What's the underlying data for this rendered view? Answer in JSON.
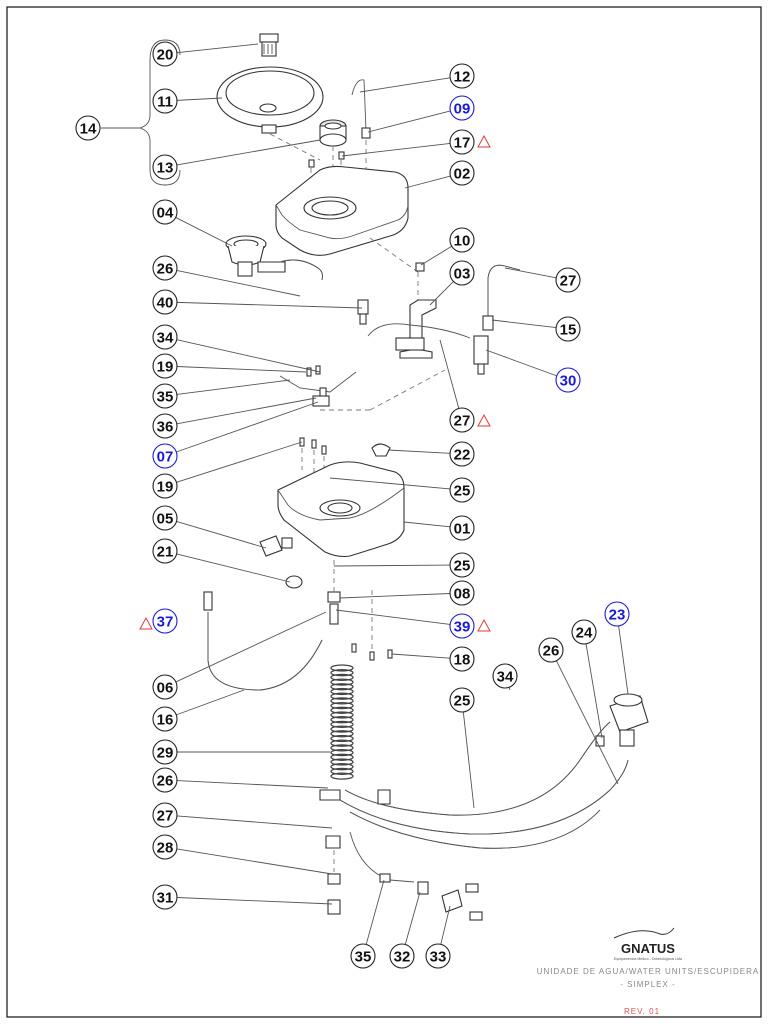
{
  "callouts": [
    {
      "id": "20",
      "color": "black"
    },
    {
      "id": "11",
      "color": "black"
    },
    {
      "id": "14",
      "color": "black"
    },
    {
      "id": "13",
      "color": "black"
    },
    {
      "id": "12",
      "color": "black"
    },
    {
      "id": "09",
      "color": "blue"
    },
    {
      "id": "17",
      "color": "black",
      "warning": true
    },
    {
      "id": "02",
      "color": "black"
    },
    {
      "id": "04",
      "color": "black"
    },
    {
      "id": "10",
      "color": "black"
    },
    {
      "id": "26",
      "color": "black"
    },
    {
      "id": "03",
      "color": "black"
    },
    {
      "id": "27",
      "color": "black"
    },
    {
      "id": "40",
      "color": "black"
    },
    {
      "id": "15",
      "color": "black"
    },
    {
      "id": "34",
      "color": "black"
    },
    {
      "id": "19",
      "color": "black"
    },
    {
      "id": "30",
      "color": "blue"
    },
    {
      "id": "35",
      "color": "black"
    },
    {
      "id": "36",
      "color": "black"
    },
    {
      "id": "27",
      "color": "black",
      "warning": true
    },
    {
      "id": "07",
      "color": "blue"
    },
    {
      "id": "22",
      "color": "black"
    },
    {
      "id": "19",
      "color": "black"
    },
    {
      "id": "25",
      "color": "black"
    },
    {
      "id": "05",
      "color": "black"
    },
    {
      "id": "01",
      "color": "black"
    },
    {
      "id": "21",
      "color": "black"
    },
    {
      "id": "25",
      "color": "black"
    },
    {
      "id": "08",
      "color": "black"
    },
    {
      "id": "37",
      "color": "blue",
      "warning": true
    },
    {
      "id": "39",
      "color": "blue",
      "warning": true
    },
    {
      "id": "23",
      "color": "blue"
    },
    {
      "id": "18",
      "color": "black"
    },
    {
      "id": "24",
      "color": "black"
    },
    {
      "id": "26",
      "color": "black"
    },
    {
      "id": "06",
      "color": "black"
    },
    {
      "id": "34",
      "color": "black"
    },
    {
      "id": "16",
      "color": "black"
    },
    {
      "id": "25",
      "color": "black"
    },
    {
      "id": "29",
      "color": "black"
    },
    {
      "id": "26",
      "color": "black"
    },
    {
      "id": "27",
      "color": "black"
    },
    {
      "id": "28",
      "color": "black"
    },
    {
      "id": "31",
      "color": "black"
    },
    {
      "id": "35",
      "color": "black"
    },
    {
      "id": "32",
      "color": "black"
    },
    {
      "id": "33",
      "color": "black"
    }
  ],
  "title_block": {
    "logo": "GNATUS",
    "logo_sub": "Equipamentos Médico - Odontológicos Ltda",
    "title_line1": "UNIDADE DE AGUA/WATER UNITS/ESCUPIDERA",
    "title_line2": "- SIMPLEX -",
    "revision": "REV. 01"
  },
  "colors": {
    "blue_callout": "#1a1ad6",
    "warning": "#e03a3a",
    "revision": "#e05555"
  }
}
